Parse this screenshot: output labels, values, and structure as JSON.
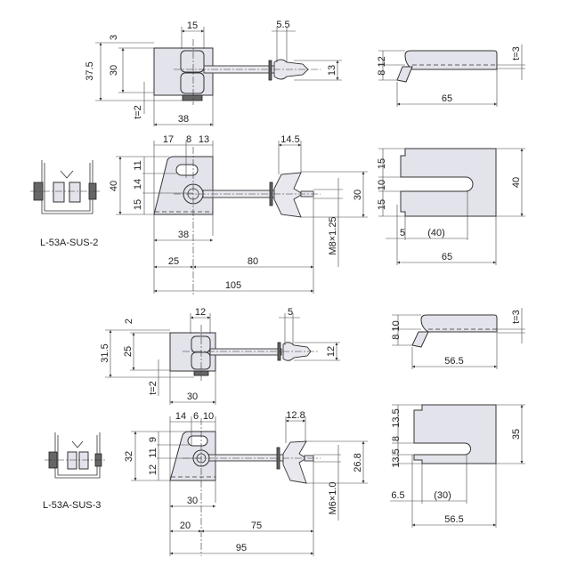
{
  "models": [
    {
      "label": "L-53A-SUS-2",
      "side_view": {
        "width": "38",
        "height_total": "37.5",
        "height": "30",
        "top_gap": "3",
        "thickness": "t=2",
        "roller_width": "15",
        "washer": "5.5",
        "nut_height": "13"
      },
      "front_view": {
        "d1": "17",
        "d2": "8",
        "d3": "13",
        "wing_width": "14.5",
        "height": "40",
        "v1": "11",
        "v2": "14",
        "v3": "15",
        "wing_span": "30",
        "thread": "M8×1.25",
        "width": "38",
        "to_center": "25",
        "bolt_len": "80",
        "overall": "105"
      },
      "plate_side": {
        "dims": "8 12",
        "thickness": "t=3",
        "length": "65"
      },
      "plate_front": {
        "v1": "15",
        "v2": "10",
        "v3": "15",
        "height": "40",
        "offset": "5",
        "slot": "(40)",
        "length": "65"
      }
    },
    {
      "label": "L-53A-SUS-3",
      "side_view": {
        "width": "30",
        "height_total": "31.5",
        "height": "25",
        "top_gap": "2",
        "thickness": "t=2",
        "roller_width": "12",
        "washer": "5",
        "nut_height": "12"
      },
      "front_view": {
        "d1": "14",
        "d2": "6",
        "d3": "10",
        "wing_width": "12.8",
        "height": "32",
        "v1": "9",
        "v2": "11",
        "v3": "12",
        "wing_span": "26.8",
        "thread": "M6×1.0",
        "width": "30",
        "to_center": "20",
        "bolt_len": "75",
        "overall": "95"
      },
      "plate_side": {
        "dims": "8 10",
        "thickness": "t=3",
        "length": "56.5"
      },
      "plate_front": {
        "v1": "13.5",
        "v2": "8",
        "v3": "13.5",
        "height": "35",
        "offset": "6.5",
        "slot": "(30)",
        "length": "56.5"
      }
    }
  ]
}
